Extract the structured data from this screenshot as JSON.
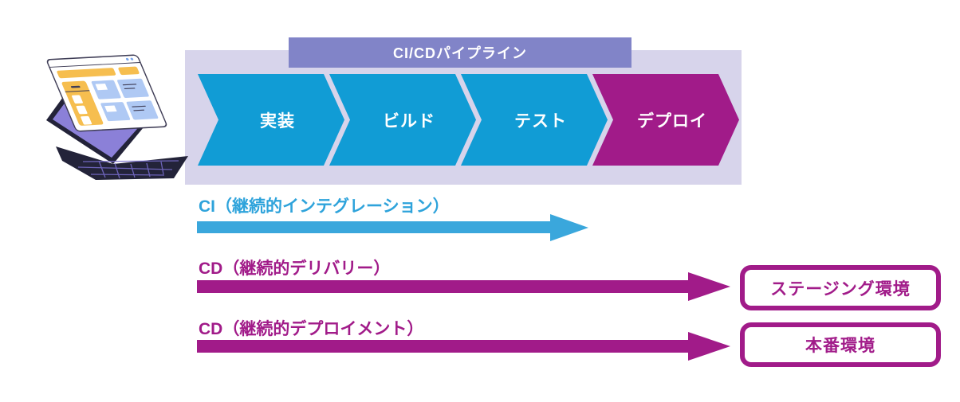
{
  "pipeline": {
    "title": "CI/CDパイプライン",
    "stages": [
      {
        "label": "実装",
        "type": "build-phase-blue"
      },
      {
        "label": "ビルド",
        "type": "build-phase-blue"
      },
      {
        "label": "テスト",
        "type": "build-phase-blue"
      },
      {
        "label": "デプロイ",
        "type": "deploy-phase-magenta"
      }
    ],
    "colors": {
      "container": "#D7D4EB",
      "banner": "#8184C8",
      "stage_blue": "#119CD5",
      "stage_magenta": "#A11B89"
    }
  },
  "flows": {
    "ci": {
      "label": "CI（継続的インテグレーション）",
      "arrow_color": "#3AA7DC",
      "target": null
    },
    "cd_delivery": {
      "label": "CD（継続的デリバリー）",
      "arrow_color": "#A11B89",
      "target": "ステージング環境"
    },
    "cd_deployment": {
      "label": "CD（継続的デプロイメント）",
      "arrow_color": "#A11B89",
      "target": "本番環境"
    }
  },
  "illustration": {
    "description": "laptop with floating browser window"
  }
}
